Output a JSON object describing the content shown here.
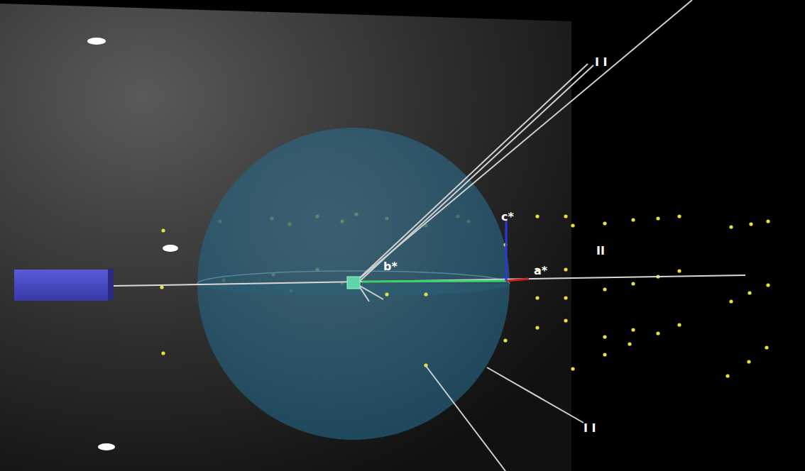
{
  "diagram": {
    "labels": [
      "c*",
      "b*",
      "a*",
      "I I",
      "II",
      "I I"
    ]
  }
}
